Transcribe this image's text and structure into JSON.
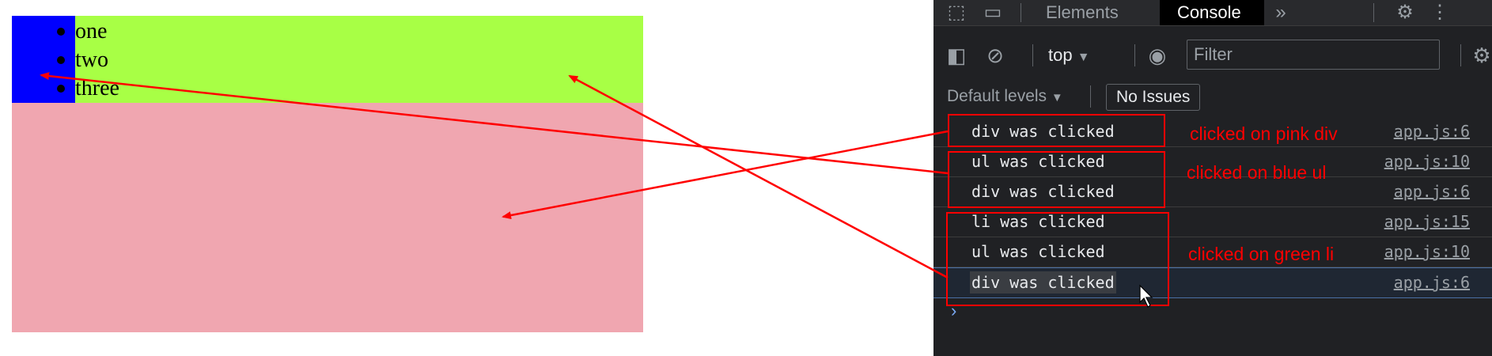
{
  "demo": {
    "items": [
      "one",
      "two",
      "three"
    ],
    "colors": {
      "div": "#f0a6b0",
      "ul": "#a8ff45",
      "blue": "#0000ff"
    }
  },
  "devtools": {
    "tabs": [
      "Elements",
      "Console"
    ],
    "more_tabs_icon": "chevron-double-right-icon",
    "context": "top",
    "filter_placeholder": "Filter",
    "levels": "Default levels",
    "issues": "No Issues",
    "logs": [
      {
        "text": "div was clicked",
        "source": "app.js:6"
      },
      {
        "text": "ul was clicked",
        "source": "app.js:10"
      },
      {
        "text": "div was clicked",
        "source": "app.js:6"
      },
      {
        "text": "li was clicked",
        "source": "app.js:15"
      },
      {
        "text": "ul was clicked",
        "source": "app.js:10"
      },
      {
        "text": "div was clicked",
        "source": "app.js:6"
      }
    ],
    "prompt": "›"
  },
  "annotations": {
    "pink": "clicked on pink div",
    "blue": "clicked on blue ul",
    "green": "clicked on green li",
    "color": "#ff0000"
  }
}
